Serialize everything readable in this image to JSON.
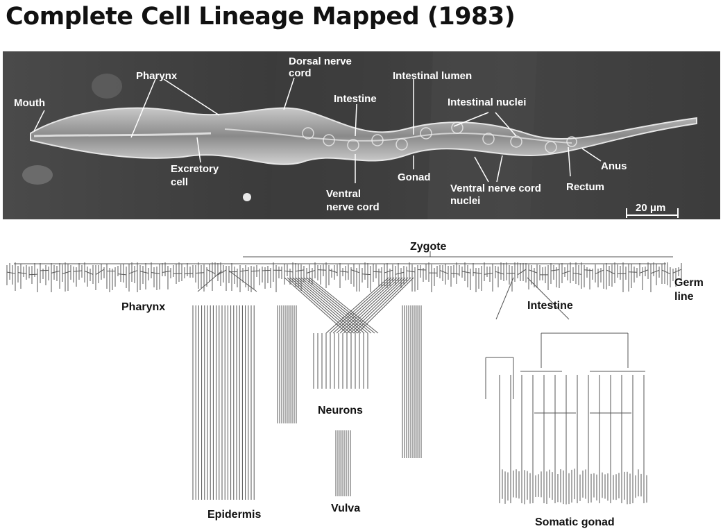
{
  "title": "Complete Cell Lineage Mapped (1983)",
  "micrograph": {
    "labels": {
      "mouth": "Mouth",
      "pharynx": "Pharynx",
      "excretory_l1": "Excretory",
      "excretory_l2": "cell",
      "dorsal_l1": "Dorsal nerve",
      "dorsal_l2": "cord",
      "intestine": "Intestine",
      "intestinal_lumen": "Intestinal lumen",
      "intestinal_nuclei": "Intestinal nuclei",
      "ventral_l1": "Ventral",
      "ventral_l2": "nerve cord",
      "gonad": "Gonad",
      "vnc_nuclei_l1": "Ventral nerve cord",
      "vnc_nuclei_l2": "nuclei",
      "rectum": "Rectum",
      "anus": "Anus",
      "scale": "20 μm"
    }
  },
  "lineage": {
    "labels": {
      "zygote": "Zygote",
      "pharynx": "Pharynx",
      "germ_l1": "Germ",
      "germ_l2": "line",
      "intestine": "Intestine",
      "neurons": "Neurons",
      "epidermis": "Epidermis",
      "vulva": "Vulva",
      "somatic_gonad": "Somatic gonad"
    }
  }
}
